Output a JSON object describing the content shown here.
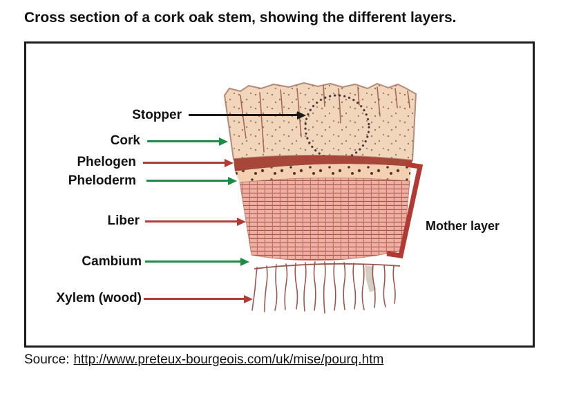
{
  "title": "Cross section of a cork oak stem, showing the different layers.",
  "figure": {
    "labels": [
      {
        "text": "Stopper",
        "arrow_color": "#1a1a1a"
      },
      {
        "text": "Cork",
        "arrow_color": "#1e8b44"
      },
      {
        "text": "Phelogen",
        "arrow_color": "#b23a32"
      },
      {
        "text": "Pheloderm",
        "arrow_color": "#1e8b44"
      },
      {
        "text": "Liber",
        "arrow_color": "#b23a32"
      },
      {
        "text": "Cambium",
        "arrow_color": "#1e8b44"
      },
      {
        "text": "Xylem (wood)",
        "arrow_color": "#b23a32"
      }
    ],
    "bracket_label": "Mother layer",
    "diagram_layers_top_to_bottom": [
      "Cork (with stopper zone)",
      "Phelogen",
      "Pheloderm",
      "Liber",
      "Cambium",
      "Xylem (wood)"
    ],
    "colors": {
      "arrow_green": "#1e8b44",
      "arrow_red": "#b23a32",
      "arrow_black": "#1a1a1a",
      "bracket_red": "#b23a32",
      "cork_fill": "#f1d6bc",
      "phelogen_fill": "#a6473a",
      "pheloderm_fill": "#f3d0b2",
      "liber_fill": "#eeb0a2",
      "xylem_line": "#9b564e",
      "stem_outline": "#b58a76",
      "frame_border": "#1c1c1c"
    }
  },
  "source": {
    "prefix": "Source:",
    "url": "http://www.preteux-bourgeois.com/uk/mise/pourq.htm"
  }
}
